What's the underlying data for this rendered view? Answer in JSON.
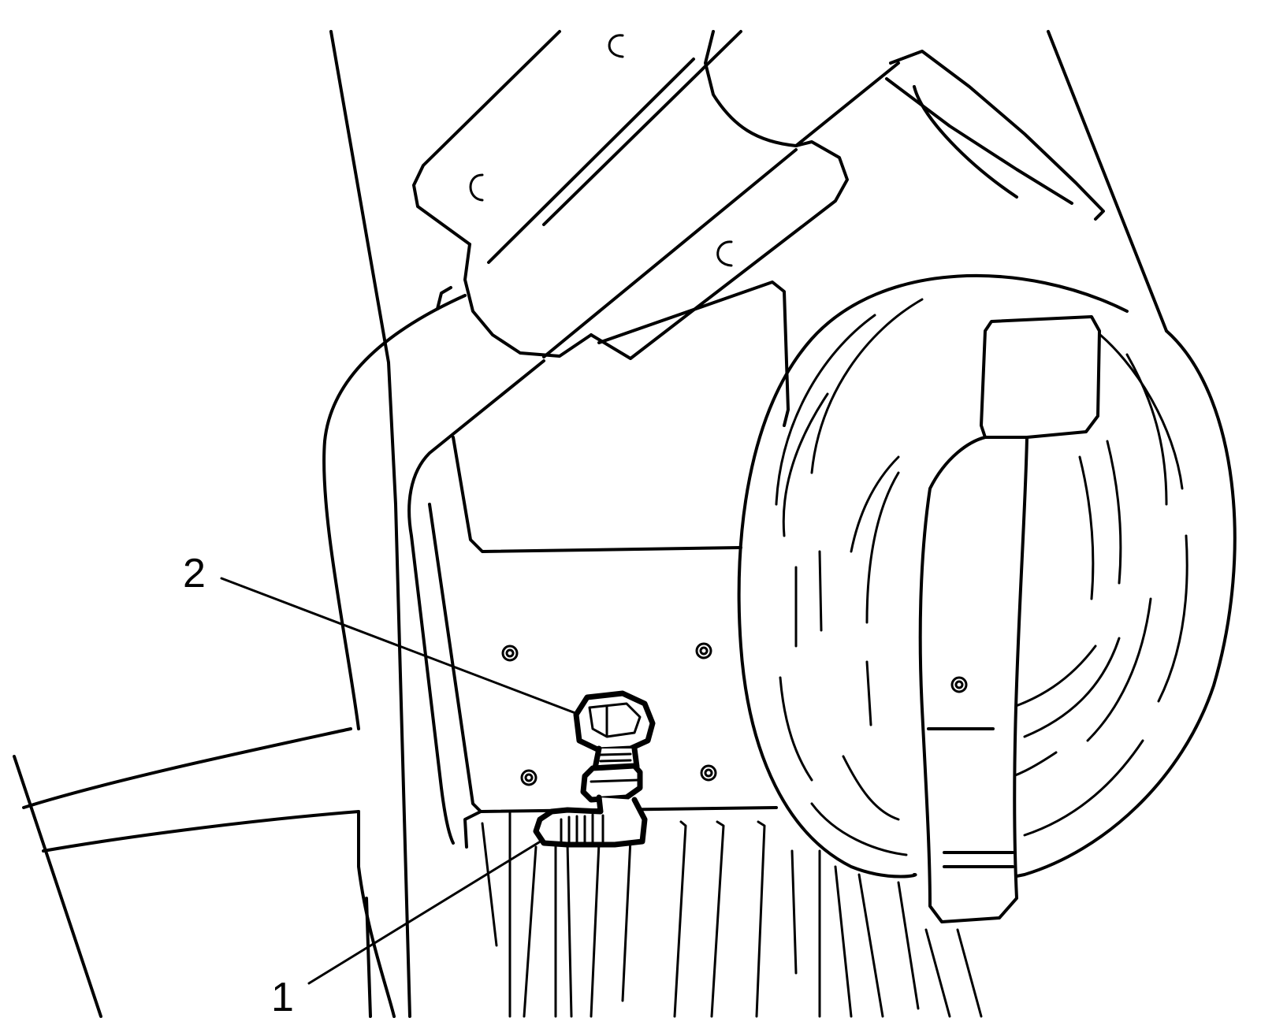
{
  "diagram": {
    "callouts": [
      {
        "id": "callout-1",
        "number": "1"
      },
      {
        "id": "callout-2",
        "number": "2"
      }
    ]
  }
}
